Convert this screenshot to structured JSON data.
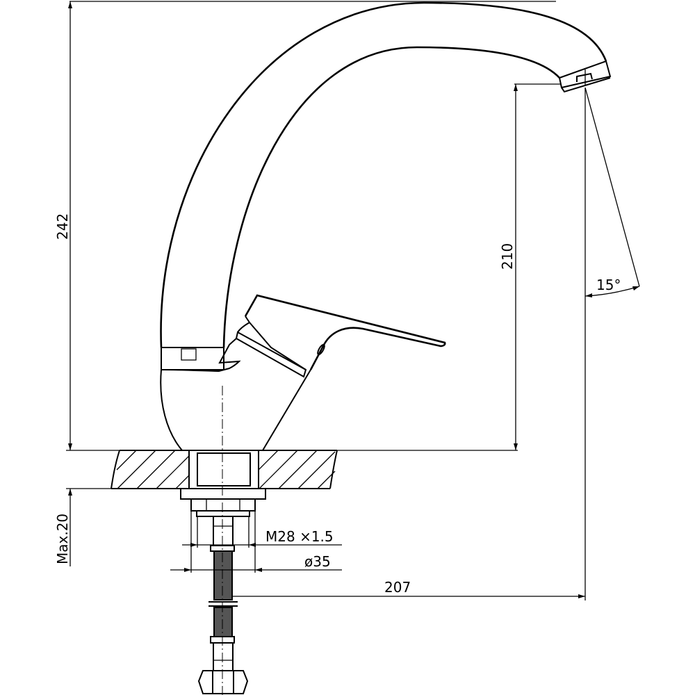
{
  "drawing": {
    "dimensions": {
      "total_height": "242",
      "spout_height": "210",
      "spout_angle": "15°",
      "max_counter_thickness": "Max.20",
      "thread": "M28 ×1.5",
      "base_diameter": "ø35",
      "spout_reach": "207"
    },
    "colors": {
      "line": "#000000",
      "background": "#ffffff"
    }
  }
}
